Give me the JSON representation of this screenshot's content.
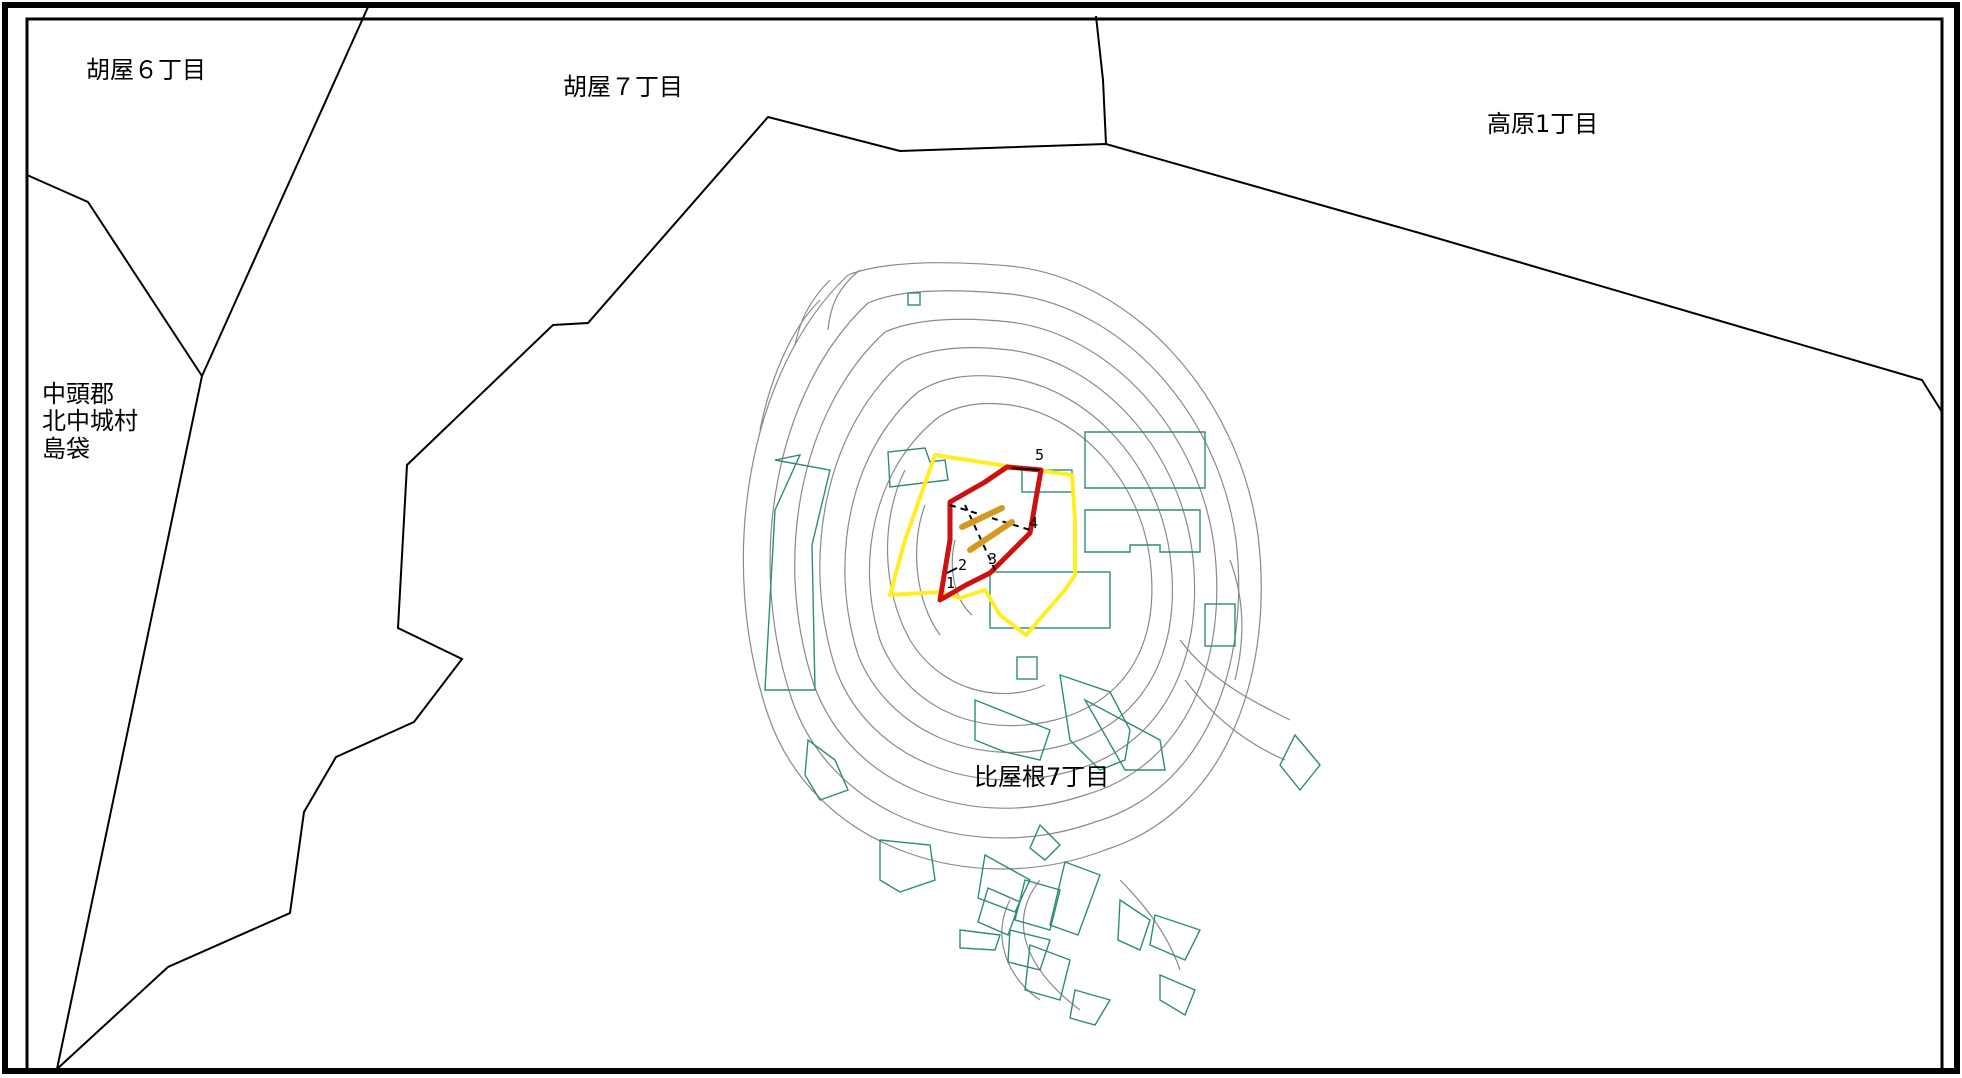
{
  "districts": {
    "goya6": "胡屋６丁目",
    "goya7": "胡屋７丁目",
    "takahara1": "高原1丁目",
    "nakagami_line1": "中頭郡",
    "nakagami_line2": "北中城村",
    "nakagami_line3": "島袋",
    "hiyagon7": "比屋根7丁目"
  },
  "point_labels": {
    "p1": "1",
    "p2": "2",
    "p3": "3",
    "p4": "4",
    "p5": "5"
  },
  "colors": {
    "boundary": "#000000",
    "contour": "#8a8a8a",
    "building": "#2e8b7a",
    "target_area": "#cc1111",
    "buffer_zone": "#ffee22",
    "section_line": "#d49a20"
  }
}
